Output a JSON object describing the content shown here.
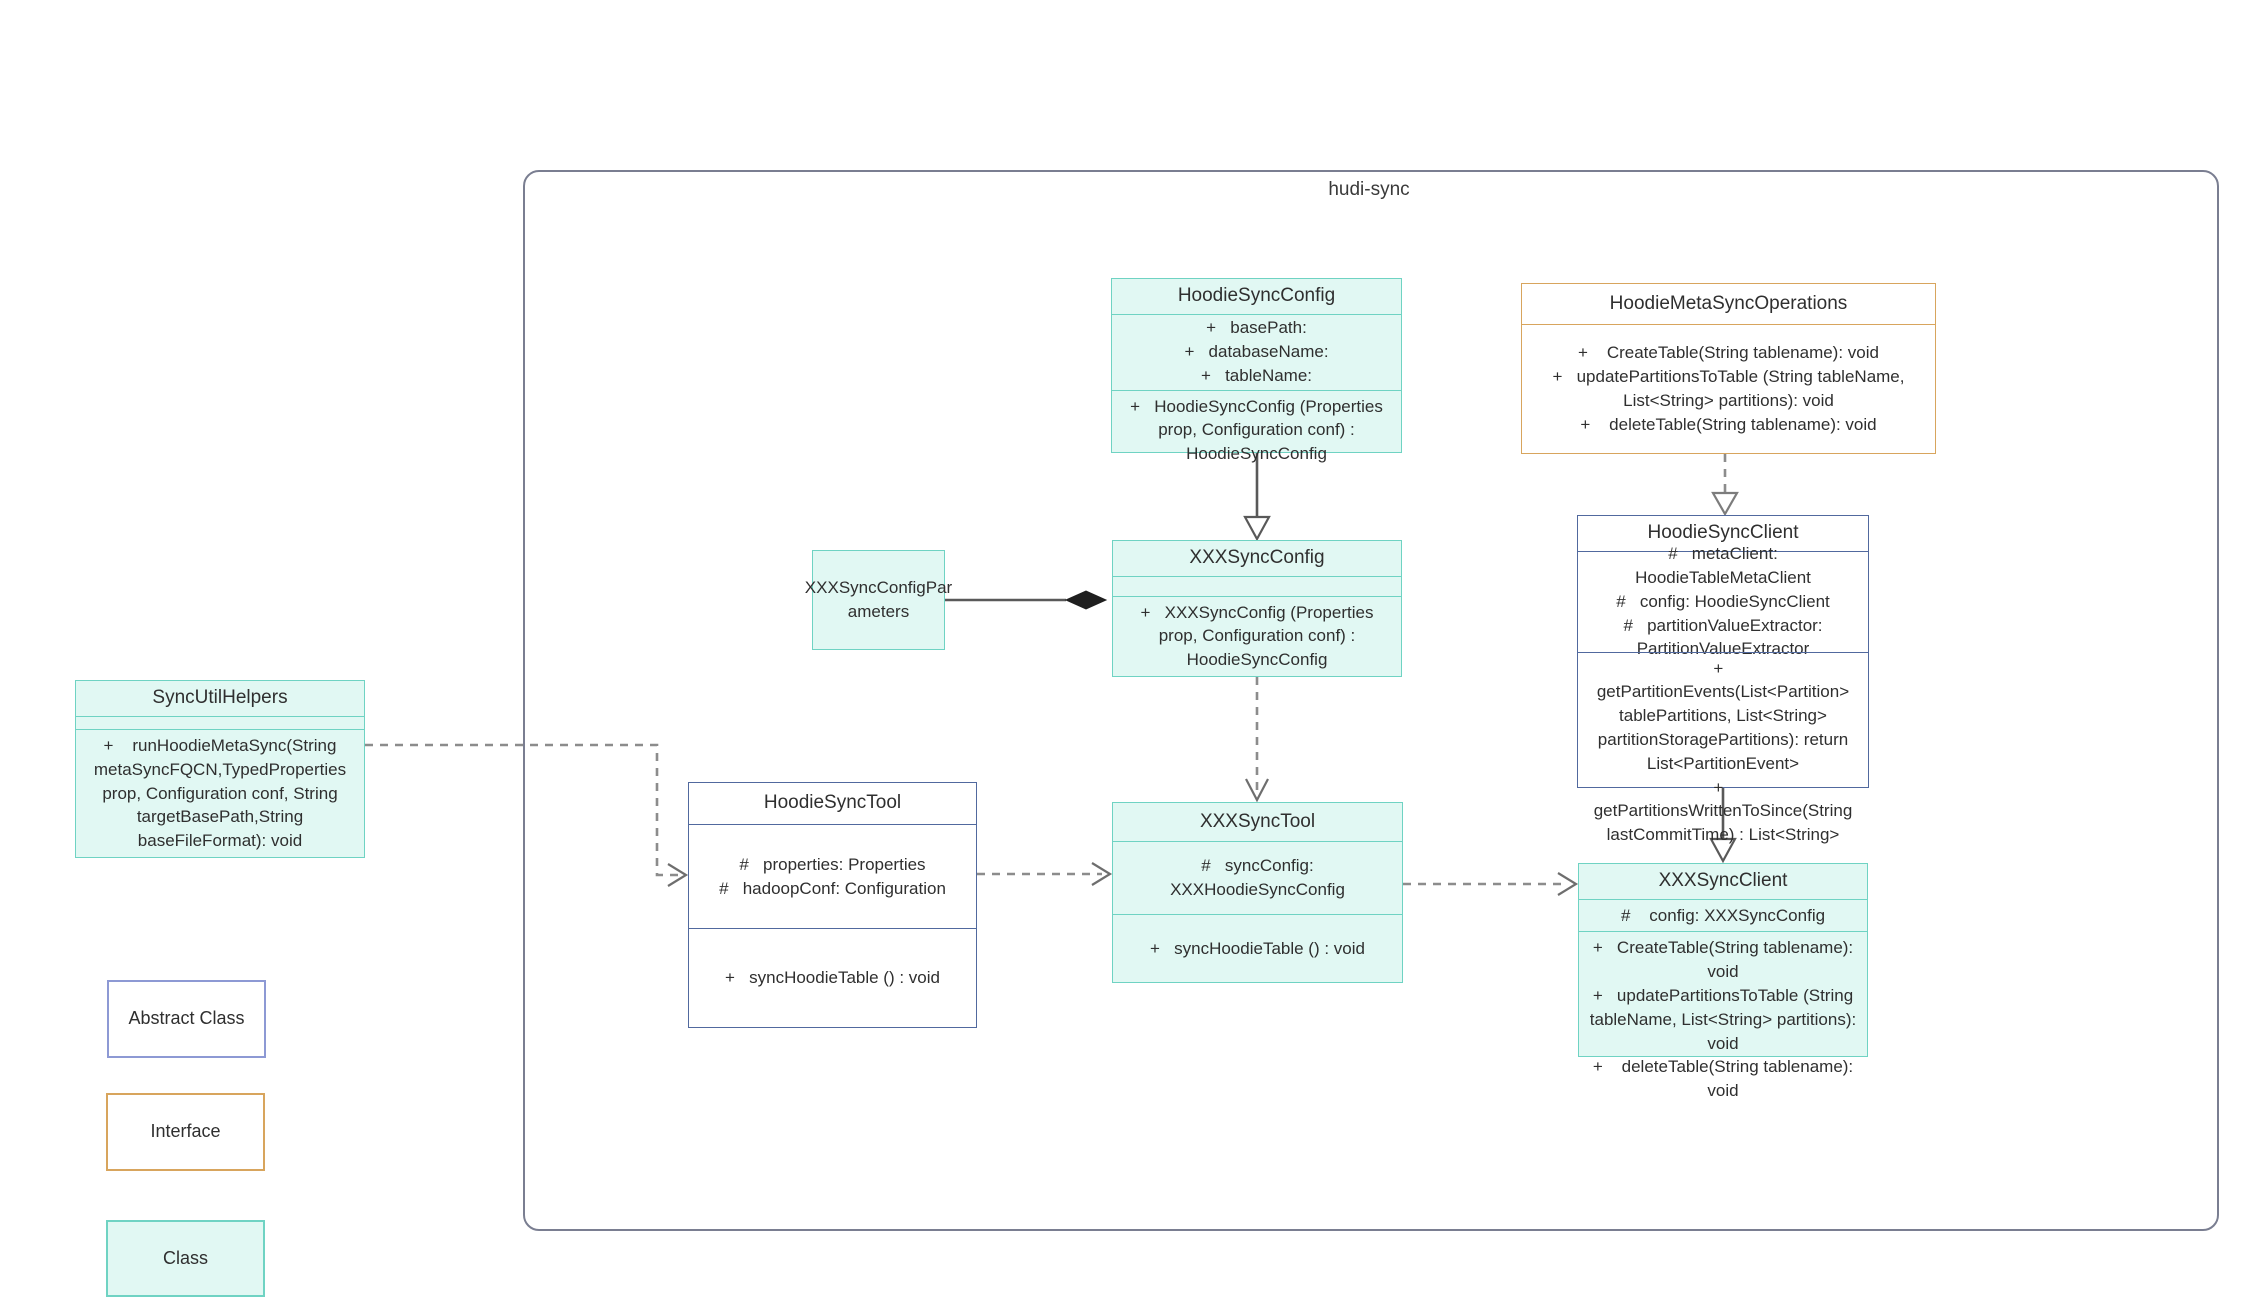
{
  "diagram": {
    "frame_label": "hudi-sync",
    "classes": {
      "hoodie_sync_config": {
        "title": "HoodieSyncConfig",
        "attributes": [
          "+   basePath:",
          "+   databaseName:",
          "+   tableName:"
        ],
        "methods": [
          "+   HoodieSyncConfig (Properties prop, Configuration conf) : HoodieSyncConfig"
        ]
      },
      "hoodie_meta_sync_operations": {
        "title": "HoodieMetaSyncOperations",
        "methods": [
          "+    CreateTable(String tablename): void",
          "+   updatePartitionsToTable (String tableName, List<String> partitions): void",
          "+    deleteTable(String tablename): void"
        ]
      },
      "hoodie_sync_client": {
        "title": "HoodieSyncClient",
        "attributes": [
          "#   metaClient: HoodieTableMetaClient",
          "#   config: HoodieSyncClient",
          "#   partitionValueExtractor: PartitionValueExtractor"
        ],
        "methods": [
          "+   getPartitionEvents(List<Partition> tablePartitions, List<String> partitionStoragePartitions): return List<PartitionEvent>",
          "+   getPartitionsWrittenToSince(String lastCommitTime) : List<String>"
        ]
      },
      "xxx_sync_config_parameters": {
        "title_lines": [
          "XXXSyncConfigPar",
          "ameters"
        ]
      },
      "xxx_sync_config": {
        "title": "XXXSyncConfig",
        "attributes": [],
        "methods": [
          "+   XXXSyncConfig (Properties prop, Configuration conf) : HoodieSyncConfig"
        ]
      },
      "sync_util_helpers": {
        "title": "SyncUtilHelpers",
        "attributes": [],
        "methods": [
          "+    runHoodieMetaSync(String metaSyncFQCN,TypedProperties prop, Configuration conf, String targetBasePath,String baseFileFormat): void"
        ]
      },
      "hoodie_sync_tool": {
        "title": "HoodieSyncTool",
        "attributes": [
          "#   properties: Properties",
          "#   hadoopConf: Configuration"
        ],
        "methods": [
          "+   syncHoodieTable () : void"
        ]
      },
      "xxx_sync_tool": {
        "title": "XXXSyncTool",
        "attributes": [
          "#   syncConfig: XXXHoodieSyncConfig"
        ],
        "methods": [
          "+   syncHoodieTable () : void"
        ]
      },
      "xxx_sync_client": {
        "title": "XXXSyncClient",
        "attributes": [
          "#    config: XXXSyncConfig"
        ],
        "methods": [
          "+   CreateTable(String tablename): void",
          "+   updatePartitionsToTable (String tableName, List<String> partitions): void",
          "+    deleteTable(String tablename): void"
        ]
      }
    },
    "legend": {
      "abstract_label": "Abstract Class",
      "interface_label": "Interface",
      "class_label": "Class"
    },
    "colors": {
      "class_fill": "#e1f8f3",
      "class_border": "#6fd3c3",
      "abstract_border": "#51699e",
      "legend_abstract_border": "#8d99d4",
      "interface_border": "#d8a55d",
      "frame_border": "#7a7e91",
      "edge_solid": "#595959",
      "edge_dashed": "#8c8c8c"
    }
  }
}
